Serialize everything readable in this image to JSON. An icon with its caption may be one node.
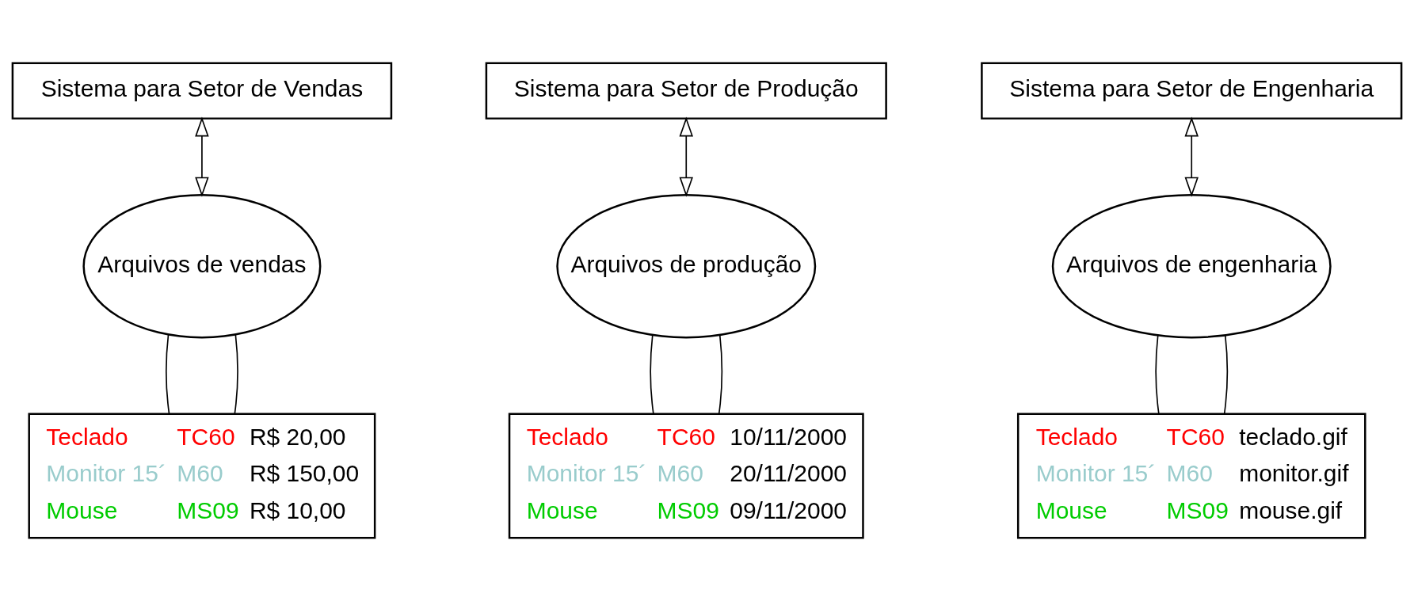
{
  "diagram": {
    "nodes": [
      {
        "text": [
          "Sistema para Setor de Vendas"
        ]
      },
      {
        "text": [
          "Sistema para Setor de Produção"
        ]
      },
      {
        "text": [
          "Sistema para Setor de Engenharia"
        ]
      },
      {
        "text": [
          "Arquivos de vendas"
        ]
      },
      {
        "text": [
          "Arquivos de produção"
        ]
      },
      {
        "text": [
          "Arquivos de engenharia"
        ]
      },
      {
        "text": [
          "Teclado",
          "TC60",
          "R$ 20,00",
          "Monitor 15´",
          "M60",
          "R$ 150,00",
          "Mouse",
          "MS09",
          "R$ 10,00"
        ]
      },
      {
        "text": [
          "Teclado",
          "TC60",
          "10/11/2000",
          "Monitor 15´",
          "M60",
          "20/11/2000",
          "Mouse",
          "MS09",
          "09/11/2000"
        ]
      },
      {
        "text": [
          "Teclado",
          "TC60",
          "teclado.gif",
          "Monitor 15´",
          "M60",
          "monitor.gif",
          "Mouse",
          "MS09",
          "mouse.gif"
        ]
      }
    ],
    "edges": [
      {
        "from": 0,
        "to": 3,
        "arrow": "both"
      },
      {
        "from": 1,
        "to": 4,
        "arrow": "both"
      },
      {
        "from": 2,
        "to": 5,
        "arrow": "both"
      },
      {
        "from": 3,
        "to": 6,
        "arrow": "none"
      },
      {
        "from": 3,
        "to": 6,
        "arrow": "none"
      },
      {
        "from": 4,
        "to": 7,
        "arrow": "none"
      },
      {
        "from": 4,
        "to": 7,
        "arrow": "none"
      },
      {
        "from": 5,
        "to": 8,
        "arrow": "none"
      },
      {
        "from": 5,
        "to": 8,
        "arrow": "none"
      }
    ]
  }
}
